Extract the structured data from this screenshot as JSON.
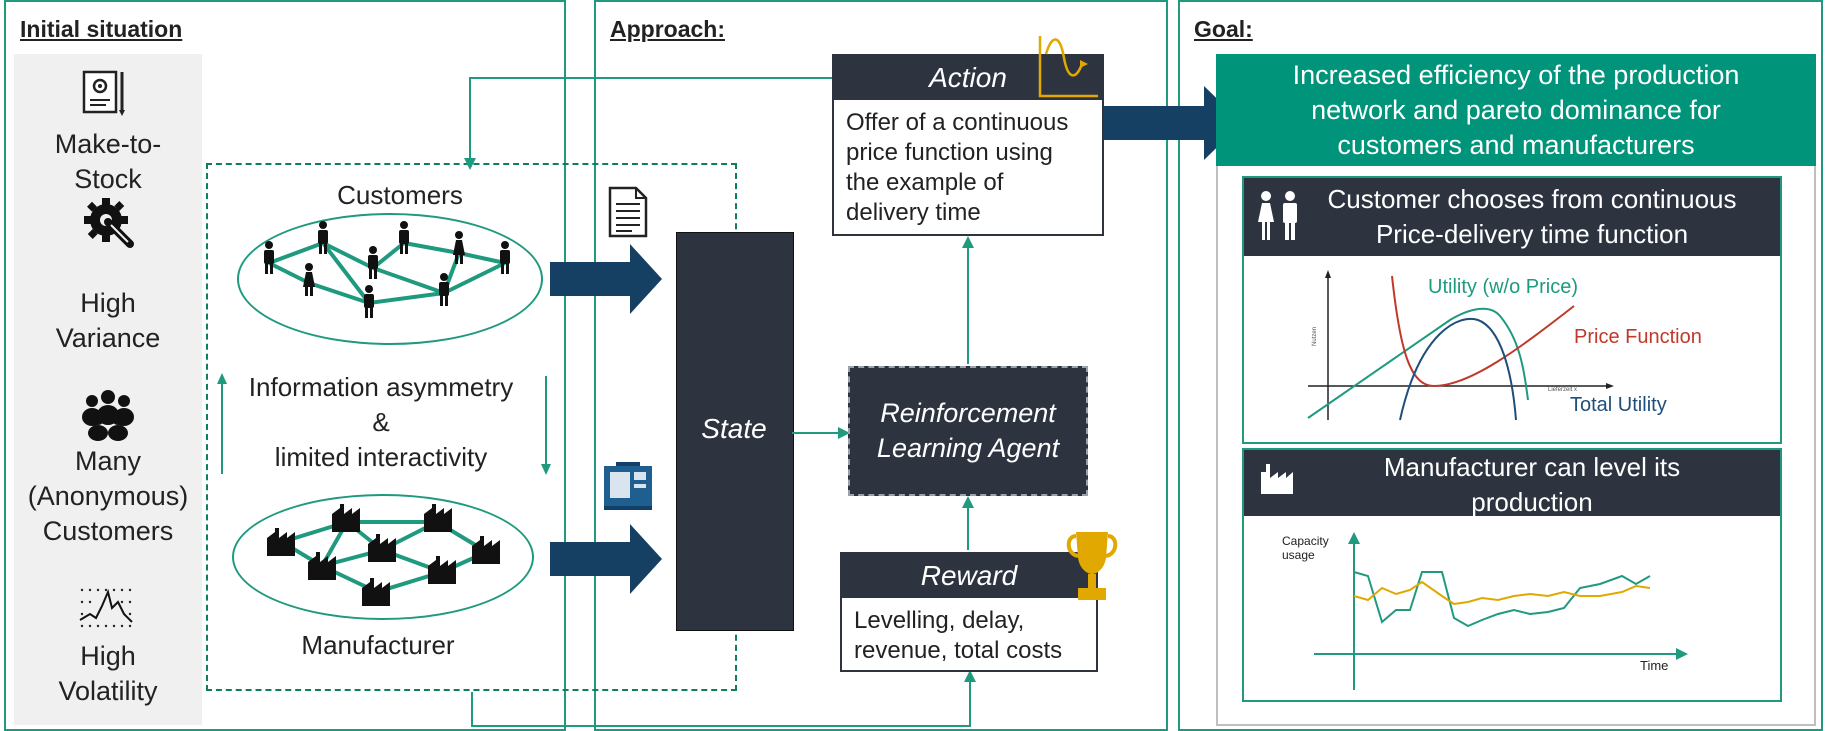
{
  "panels": {
    "initial_heading": "Initial situation",
    "approach_heading": "Approach:",
    "goal_heading": "Goal:"
  },
  "sidebar": {
    "items": [
      {
        "label_line1": "Make-to-",
        "label_line2": "Stock",
        "icon": "document-gear-icon"
      },
      {
        "label_line1": "High",
        "label_line2": "Variance",
        "icon": "wrench-gear-icon"
      },
      {
        "label_line1": "Many",
        "label_line2": "(Anonymous)",
        "label_line3": "Customers",
        "icon": "group-people-icon"
      },
      {
        "label_line1": "High",
        "label_line2": "Volatility",
        "icon": "volatility-chart-icon"
      }
    ]
  },
  "network": {
    "customers_label": "Customers",
    "manufacturer_label": "Manufacturer",
    "asymmetry_line1": "Information asymmetry",
    "asymmetry_line2": "&",
    "asymmetry_line3": "limited interactivity"
  },
  "approach": {
    "state_label": "State",
    "action_title": "Action",
    "action_body_lines": [
      "Offer of a continuous",
      "price function using",
      "the example of",
      "delivery time"
    ],
    "agent_line1": "Reinforcement",
    "agent_line2": "Learning Agent",
    "reward_title": "Reward",
    "reward_body_lines": [
      "Levelling, delay,",
      "revenue, total costs"
    ]
  },
  "goal": {
    "top_lines": [
      "Increased efficiency of the production",
      "network and pareto dominance for",
      "customers and manufacturers"
    ],
    "customer_card_lines": [
      "Customer chooses from continuous",
      "Price-delivery time function"
    ],
    "utility_label": "Utility (w/o Price)",
    "price_label": "Price Function",
    "total_label": "Total Utility",
    "y_axis_small": "Nutzen",
    "x_axis_small": "Lieferzeit x",
    "manufacturer_card_lines": [
      "Manufacturer can level its",
      "production"
    ],
    "capacity_label_line1": "Capacity",
    "capacity_label_line2": "usage",
    "time_label": "Time"
  },
  "colors": {
    "teal": "#1f9a7f",
    "dark": "#2d3440",
    "navy_arrow": "#153f63",
    "goal_green": "#00957a",
    "price_red": "#c0392b",
    "total_blue": "#1f4e79",
    "gold": "#e0a800"
  }
}
